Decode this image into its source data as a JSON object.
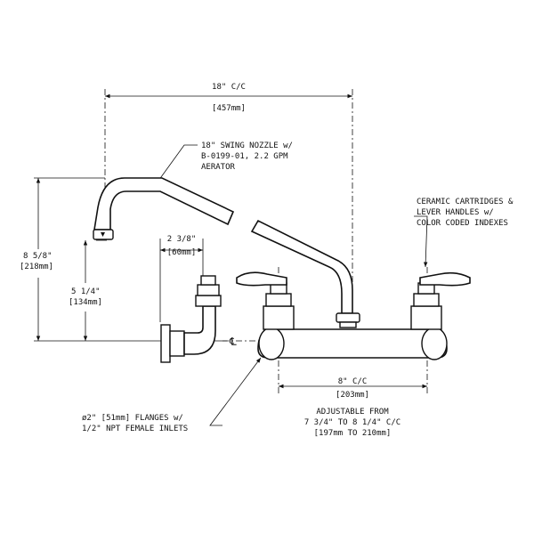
{
  "dimensions": {
    "overall_cc": "18\" C/C",
    "overall_cc_mm": "[457mm]",
    "height_total": "8 5/8\"",
    "height_total_mm": "[218mm]",
    "spout_height": "5 1/4\"",
    "spout_height_mm": "[134mm]",
    "flange_offset": "2 3/8\"",
    "flange_offset_mm": "[60mm]",
    "handle_cc": "8\" C/C",
    "handle_cc_mm": "[203mm]"
  },
  "notes": {
    "nozzle": [
      "18\" SWING NOZZLE w/",
      "B-0199-01, 2.2 GPM",
      "AERATOR"
    ],
    "cartridges": [
      "CERAMIC CARTRIDGES &",
      "LEVER HANDLES w/",
      "COLOR CODED INDEXES"
    ],
    "flanges": [
      "ø2\" [51mm] FLANGES w/",
      "1/2\" NPT FEMALE INLETS"
    ],
    "adjustable": [
      "ADJUSTABLE FROM",
      "7 3/4\" TO 8 1/4\" C/C",
      "[197mm TO 210mm]"
    ],
    "centerline": "℄"
  }
}
